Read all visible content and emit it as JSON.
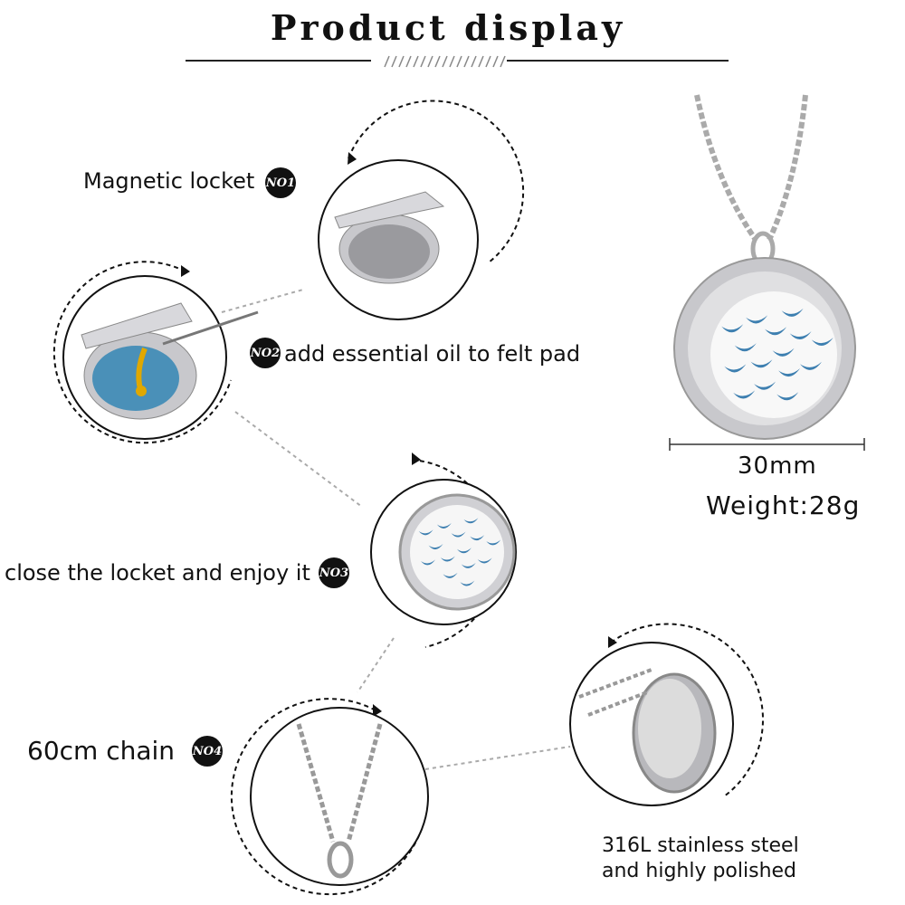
{
  "header": {
    "title": "Product display"
  },
  "steps": [
    {
      "badge": "NO1",
      "label": "Magnetic locket"
    },
    {
      "badge": "NO2",
      "label": "add essential oil to felt pad"
    },
    {
      "badge": "NO3",
      "label": "close the locket and enjoy it"
    },
    {
      "badge": "NO4",
      "label": "60cm chain"
    }
  ],
  "specs": {
    "diameter": "30mm",
    "weight": "Weight:28g",
    "material_line1": "316L stainless steel",
    "material_line2": "and highly polished"
  },
  "colors": {
    "felt": "#4a90b8",
    "steel": "#c8c8cc",
    "bird": "#3d7fb0",
    "oil": "#e0a800"
  }
}
